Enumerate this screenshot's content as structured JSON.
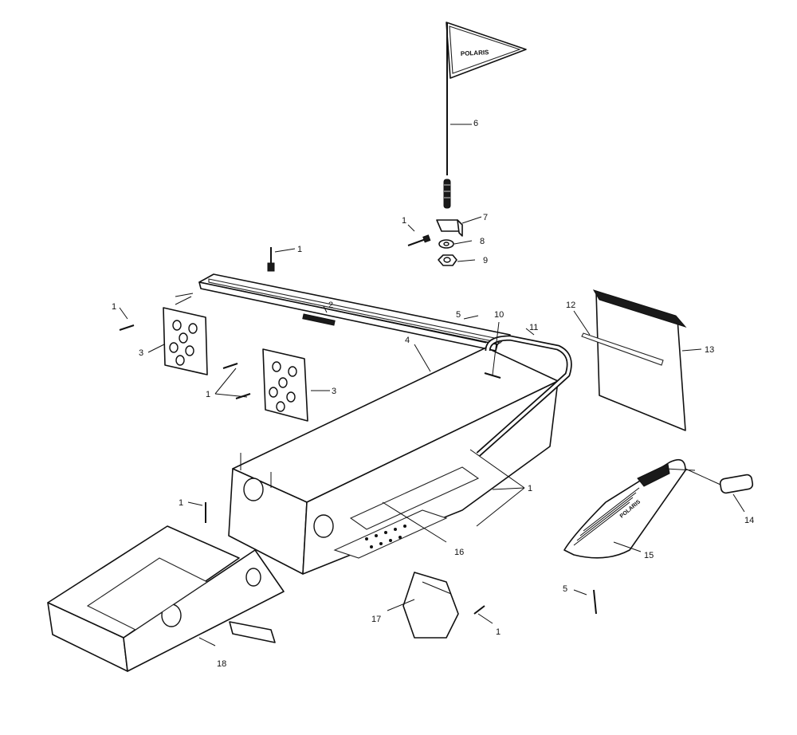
{
  "flag_logo_text": "POLARIS",
  "decal_text": "POLARIS",
  "callouts": [
    {
      "id": "c6",
      "label": "6"
    },
    {
      "id": "c7",
      "label": "7"
    },
    {
      "id": "c8",
      "label": "8"
    },
    {
      "id": "c9",
      "label": "9"
    },
    {
      "id": "c1a",
      "label": "1"
    },
    {
      "id": "c1b",
      "label": "1"
    },
    {
      "id": "c1c",
      "label": "1"
    },
    {
      "id": "c1d",
      "label": "1"
    },
    {
      "id": "c1e",
      "label": "1"
    },
    {
      "id": "c1f",
      "label": "1"
    },
    {
      "id": "c1g",
      "label": "1"
    },
    {
      "id": "c2",
      "label": "2"
    },
    {
      "id": "c3a",
      "label": "3"
    },
    {
      "id": "c3b",
      "label": "3"
    },
    {
      "id": "c4",
      "label": "4"
    },
    {
      "id": "c5a",
      "label": "5"
    },
    {
      "id": "c5b",
      "label": "5"
    },
    {
      "id": "c10",
      "label": "10"
    },
    {
      "id": "c11",
      "label": "11"
    },
    {
      "id": "c12",
      "label": "12"
    },
    {
      "id": "c13",
      "label": "13"
    },
    {
      "id": "c14",
      "label": "14"
    },
    {
      "id": "c15",
      "label": "15"
    },
    {
      "id": "c16",
      "label": "16"
    },
    {
      "id": "c17",
      "label": "17"
    },
    {
      "id": "c18",
      "label": "18"
    }
  ]
}
